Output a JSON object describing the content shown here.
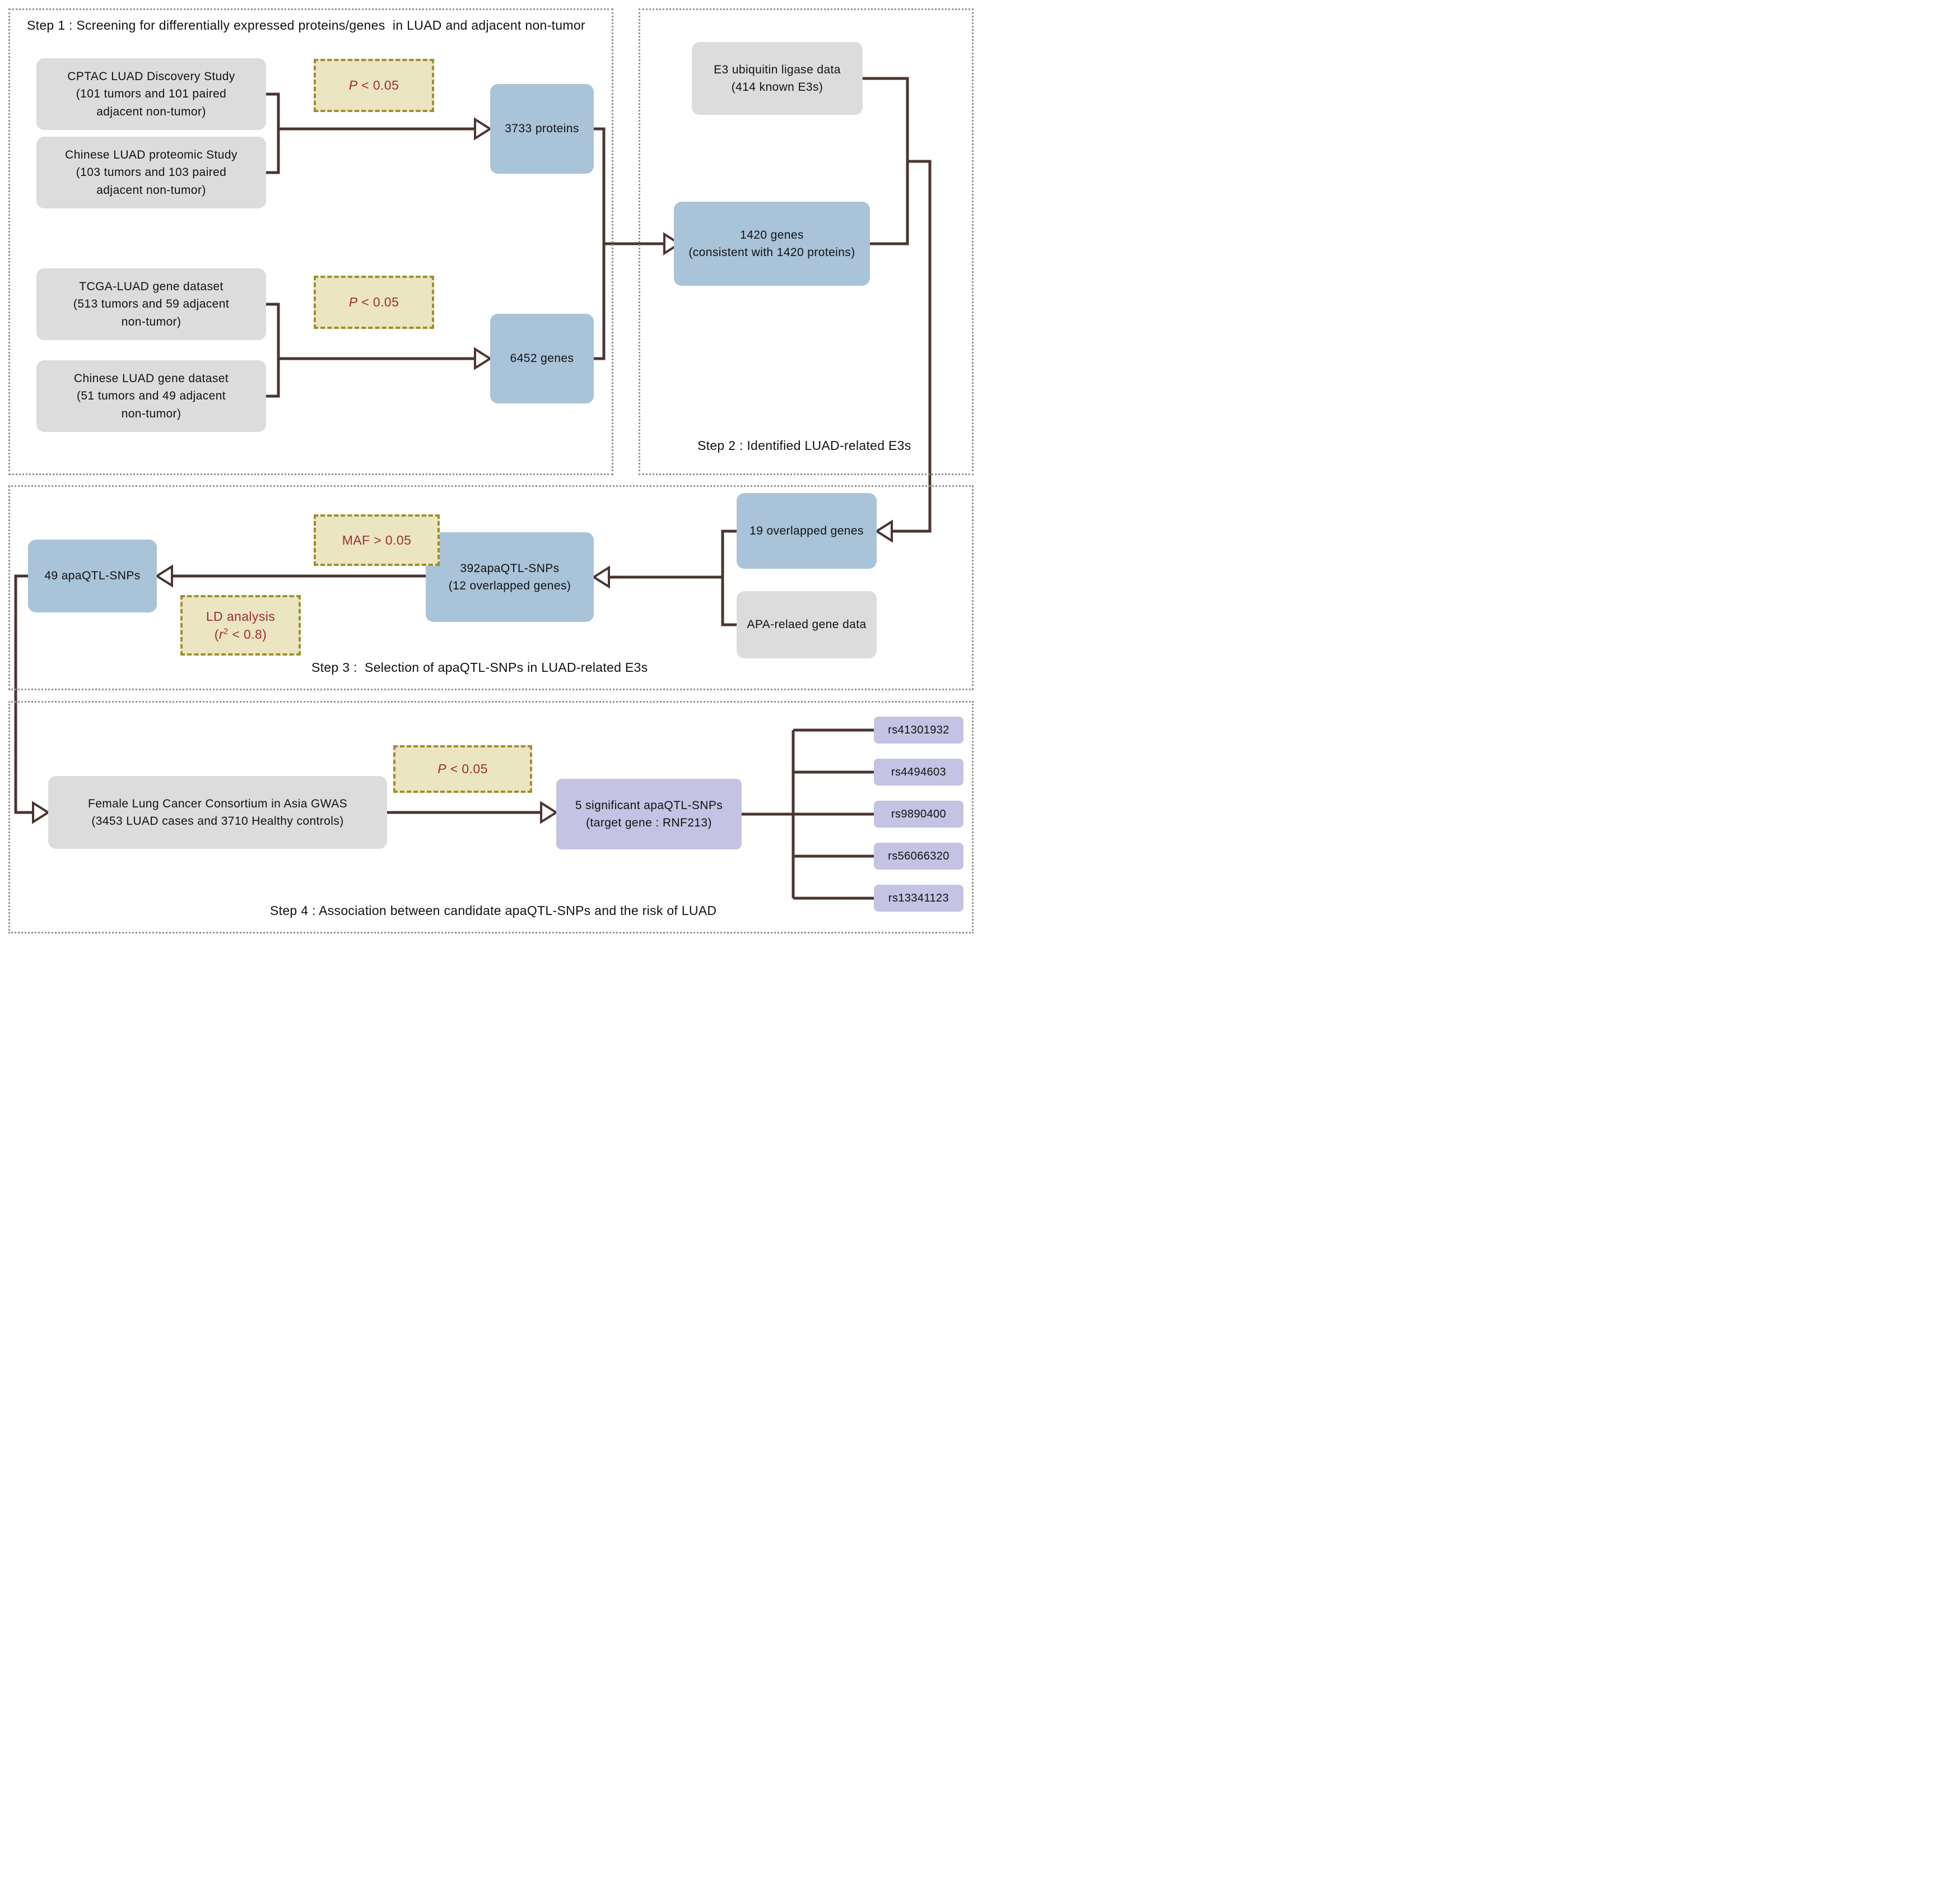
{
  "colors": {
    "box-gray": "#dcdcdc",
    "box-blue": "#a9c3d9",
    "box-purple": "#c4c3e3",
    "filter-bg": "#ebe5c2",
    "filter-border": "#9e8f2e",
    "filter-text": "#9c2e36",
    "connector": "#4b3531",
    "panel-border": "#929292"
  },
  "titles": {
    "step1": "Step 1 : Screening for differentially expressed proteins/genes  in LUAD and adjacent non-tumor",
    "step2": "Step 2 : Identified LUAD-related E3s",
    "step3": "Step 3 :  Selection of apaQTL-SNPs in LUAD-related E3s",
    "step4": "Step 4 : Association between candidate apaQTL-SNPs and the risk of LUAD"
  },
  "boxes": {
    "cptac": "CPTAC LUAD Discovery Study\n(101 tumors and 101 paired\nadjacent non-tumor)",
    "chinese_proteomic": "Chinese LUAD proteomic Study\n(103 tumors and 103 paired\nadjacent non-tumor)",
    "tcga": "TCGA-LUAD gene dataset\n(513 tumors and 59 adjacent\nnon-tumor)",
    "chinese_gene": "Chinese LUAD gene dataset\n(51 tumors and 49 adjacent\nnon-tumor)",
    "proteins_result": "3733 proteins",
    "genes_result": "6452 genes",
    "e3_data": "E3 ubiquitin ligase data\n(414 known E3s)",
    "genes_1420": "1420 genes\n(consistent with 1420 proteins)",
    "overlapped_19": "19 overlapped genes",
    "apa_data": "APA-relaed gene data",
    "snps_392": "392apaQTL-SNPs\n(12 overlapped genes)",
    "snps_49": "49 apaQTL-SNPs",
    "gwas": "Female Lung Cancer Consortium in Asia GWAS\n(3453 LUAD cases and 3710 Healthy controls)",
    "snps_5": "5 significant apaQTL-SNPs\n(target gene : RNF213)"
  },
  "filters": {
    "p_symbol": "P",
    "p_condition": " < 0.05",
    "maf": "MAF > 0.05",
    "ld_line1": "LD analysis",
    "ld_open": "(",
    "ld_symbol": "r",
    "ld_sup": "2",
    "ld_condition": " < 0.8)"
  },
  "snps": [
    "rs41301932",
    "rs4494603",
    "rs9890400",
    "rs56066320",
    "rs13341123"
  ]
}
